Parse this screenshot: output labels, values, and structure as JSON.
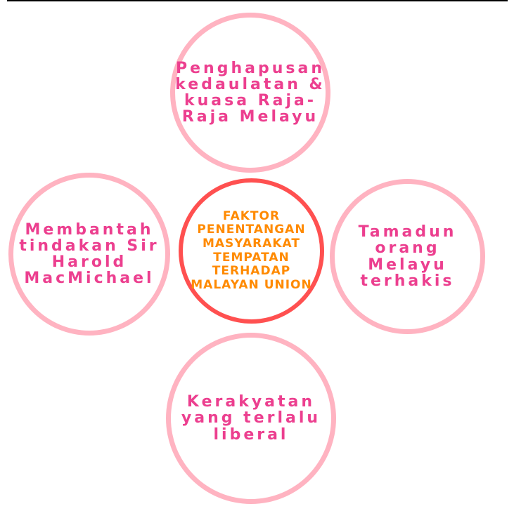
{
  "center": {
    "lines": [
      "FAKTOR",
      "PENENTANGAN",
      "MASYARAKAT",
      "TEMPATAN",
      "TERHADAP",
      "MALAYAN UNION"
    ]
  },
  "top": {
    "lines": [
      "Penghapusan",
      "kedaulatan &",
      "kuasa Raja-",
      "Raja Melayu"
    ]
  },
  "left": {
    "lines": [
      "Membantah",
      "tindakan Sir",
      "Harold",
      "MacMichael"
    ]
  },
  "right": {
    "lines": [
      "Tamadun",
      "orang Melayu",
      "terhakis"
    ]
  },
  "bottom": {
    "lines": [
      "Kerakyatan",
      "yang terlalu",
      "liberal"
    ]
  },
  "colors": {
    "outer_stroke": "#ffb3c1",
    "center_stroke": "#ff5050",
    "pink_text": "#ec3f8f",
    "orange_text": "#ff8a00"
  }
}
